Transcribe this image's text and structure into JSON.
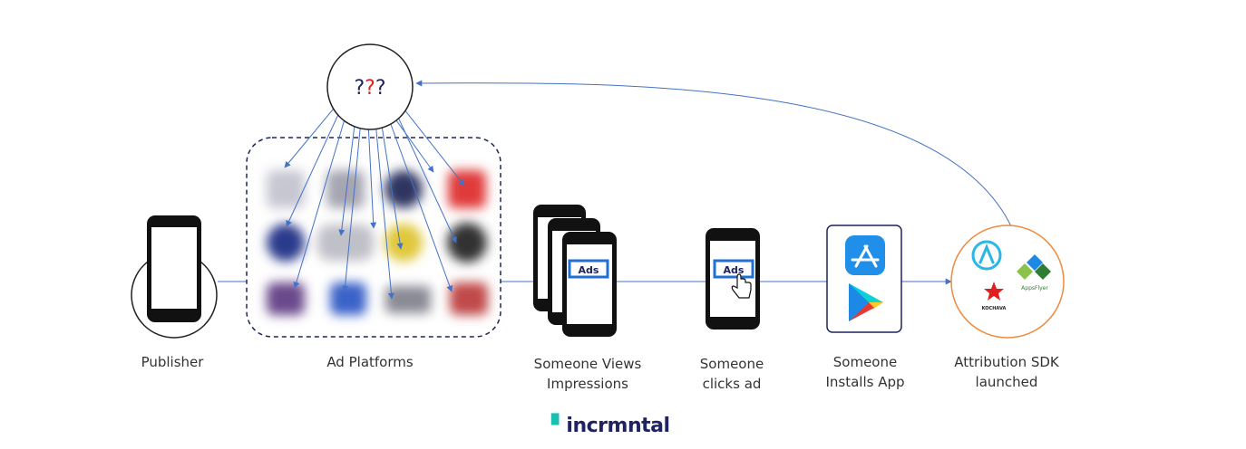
{
  "diagram": {
    "question_marks": [
      "?",
      "?",
      "?"
    ],
    "stages": [
      {
        "id": "publisher",
        "label_lines": [
          "Publisher"
        ]
      },
      {
        "id": "ad-platforms",
        "label_lines": [
          "Ad Platforms"
        ]
      },
      {
        "id": "views",
        "label_lines": [
          "Someone Views",
          "Impressions"
        ]
      },
      {
        "id": "clicks",
        "label_lines": [
          "Someone",
          "clicks ad"
        ]
      },
      {
        "id": "installs",
        "label_lines": [
          "Someone",
          "Installs App"
        ]
      },
      {
        "id": "attribution",
        "label_lines": [
          "Attribution SDK",
          "launched"
        ]
      }
    ],
    "ad_label": "Ads",
    "sdk_logos": {
      "appsflyer": "AppsFlyer",
      "kochava": "KOCHAVA"
    }
  },
  "colors": {
    "arrow": "#4472c4",
    "question_red": "#e02020",
    "question_dark": "#1e2460",
    "sdk_circle": "#f08a40",
    "ad_box": "#1f6fd6",
    "brand": "#1e2460",
    "brand_accent": "#17c0b0"
  },
  "brand": {
    "text": "incrmntal"
  }
}
